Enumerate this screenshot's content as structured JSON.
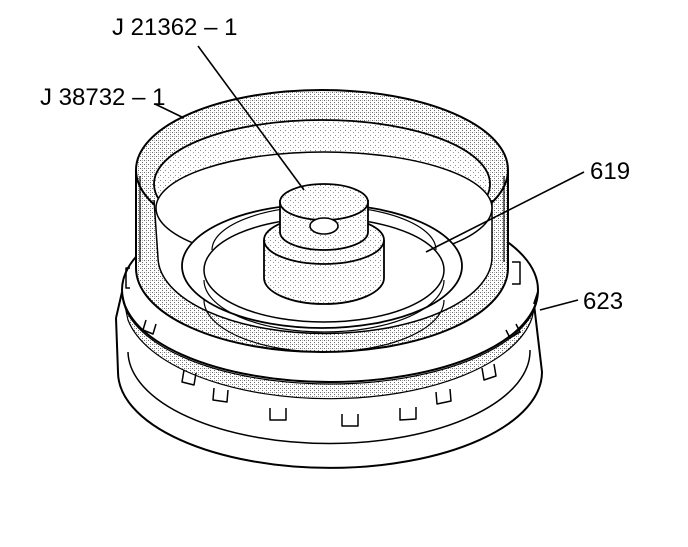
{
  "diagram": {
    "callouts": {
      "tool_1": "J 21362 – 1",
      "tool_2": "J 38732 – 1",
      "part_1": "619",
      "part_2": "623"
    },
    "colors": {
      "ink": "#000000",
      "paper": "#ffffff",
      "stipple": "#bdbdbd"
    }
  }
}
